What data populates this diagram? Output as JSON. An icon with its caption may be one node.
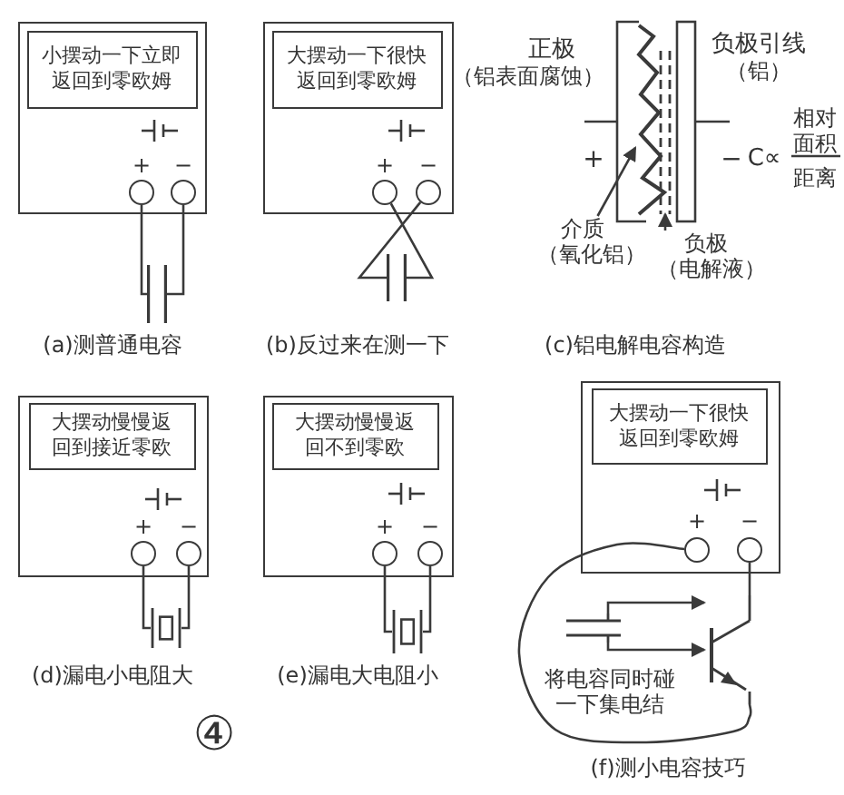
{
  "diagram": {
    "nodes": [
      {
        "text": [],
        "shape": "box"
      },
      {
        "text": [
          "小摆动一下立即返回到零欧姆"
        ],
        "in": 0
      },
      {
        "text": [],
        "shape": "circle",
        "in": 0
      },
      {
        "text": [],
        "shape": "circle",
        "in": 0
      },
      {
        "text": [],
        "shape": "capacitor"
      },
      {
        "text": [],
        "shape": "box"
      },
      {
        "text": [
          "大摆动一下很快返回到零欧姆"
        ],
        "in": 5
      },
      {
        "text": [],
        "shape": "circle",
        "in": 5
      },
      {
        "text": [],
        "shape": "circle",
        "in": 5
      },
      {
        "text": [],
        "shape": "capacitor"
      },
      {
        "text": [
          "介质",
          "（氧化铝）"
        ]
      },
      {
        "text": [
          "负极",
          "（电解液）"
        ]
      },
      {
        "text": [],
        "shape": "box"
      },
      {
        "text": [
          "大摆动慢慢返回到接近零欧"
        ],
        "in": 12
      },
      {
        "text": [],
        "shape": "circle",
        "in": 12
      },
      {
        "text": [],
        "shape": "circle",
        "in": 12
      },
      {
        "text": [],
        "shape": "capacitor"
      },
      {
        "text": [],
        "shape": "box"
      },
      {
        "text": [
          "大摆动慢慢返回不到零欧"
        ],
        "in": 17
      },
      {
        "text": [],
        "shape": "circle",
        "in": 17
      },
      {
        "text": [],
        "shape": "circle",
        "in": 17
      },
      {
        "text": [],
        "shape": "capacitor"
      },
      {
        "text": [],
        "shape": "box"
      },
      {
        "text": [
          "大摆动一下很快返回到零欧姆"
        ],
        "in": 22
      },
      {
        "text": [],
        "shape": "circle",
        "in": 22
      },
      {
        "text": [],
        "shape": "circle",
        "in": 22
      },
      {
        "text": [],
        "shape": "transistor"
      },
      {
        "text": [],
        "shape": "capacitor"
      },
      {
        "text": [],
        "shape": "wave"
      },
      {
        "text": [],
        "shape": "lines"
      }
    ],
    "edges": [
      {
        "from": 2,
        "to": 4,
        "arrow": "none"
      },
      {
        "from": 3,
        "to": 4,
        "arrow": "none"
      },
      {
        "from": 7,
        "to": 9,
        "arrow": "none"
      },
      {
        "from": 8,
        "to": 9,
        "arrow": "none"
      },
      {
        "from": 10,
        "to": 28,
        "arrow": "to"
      },
      {
        "from": 11,
        "to": 29,
        "arrow": "to"
      },
      {
        "from": 14,
        "to": 16,
        "arrow": "none"
      },
      {
        "from": 15,
        "to": 16,
        "arrow": "none"
      },
      {
        "from": 19,
        "to": 21,
        "arrow": "none"
      },
      {
        "from": 20,
        "to": 21,
        "arrow": "none"
      },
      {
        "from": 24,
        "to": 26,
        "arrow": "none"
      },
      {
        "from": 25,
        "to": 26,
        "arrow": "none"
      },
      {
        "from": 27,
        "to": 26,
        "arrow": "to"
      },
      {
        "from": 27,
        "to": 26,
        "arrow": "to"
      }
    ],
    "labels": [
      "+",
      "−",
      "+",
      "−",
      "正极",
      "（铝表面腐蚀）",
      "负极引线",
      "（铝）",
      "+",
      "−",
      "C∝",
      "相对面积",
      "距离",
      "(a)测普通电容",
      "(b)反过来在测一下",
      "(c)铝电解电容构造",
      "+",
      "−",
      "+",
      "−",
      "+",
      "−",
      "将电容同时碰一下集电结",
      "(d)漏电小电阻大",
      "(e)漏电大电阻小",
      "④",
      "(f)测小电容技巧"
    ]
  }
}
